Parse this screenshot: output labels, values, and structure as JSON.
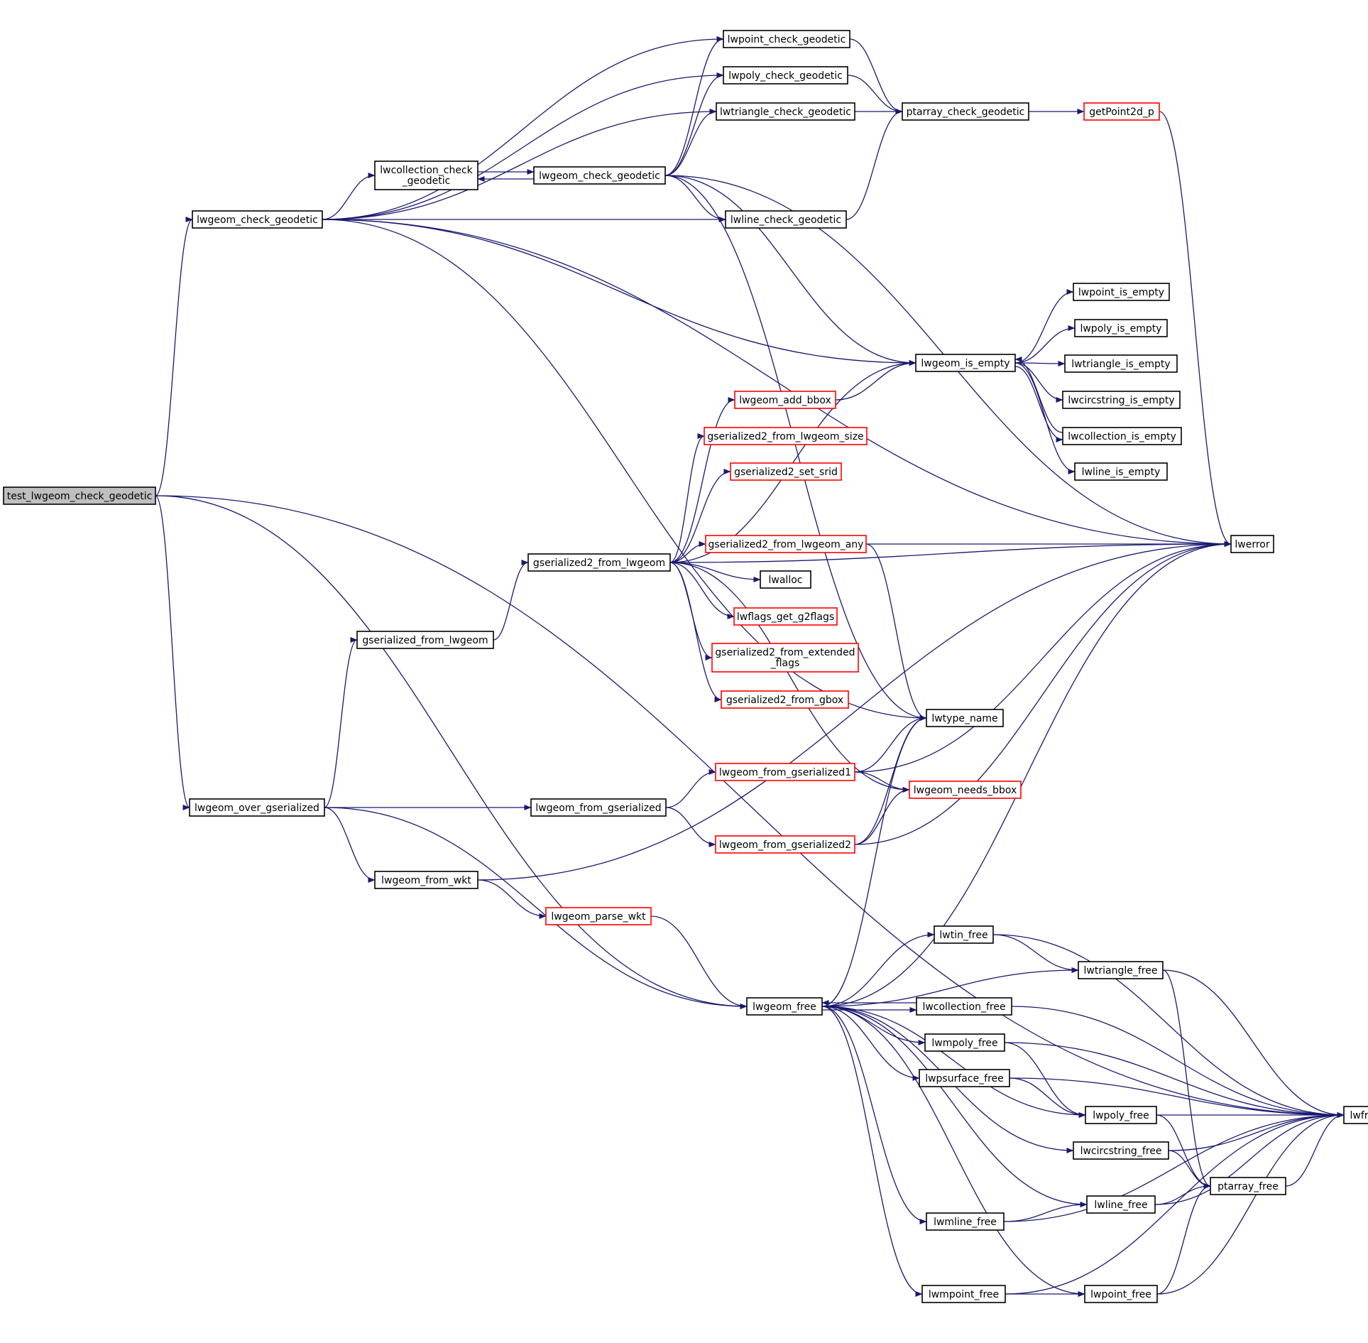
{
  "colors": {
    "edge": "#191970",
    "root_fill": "#bfbfbf",
    "node_fill": "#ffffff",
    "documented_border": "#000000",
    "undocumented_border": "#ff0000"
  },
  "nodes": {
    "root": {
      "label": "test_lwgeom_check_geodetic",
      "style": "root"
    },
    "lwgeom_check_geodetic_a": {
      "label": "lwgeom_check_geodetic",
      "style": "black"
    },
    "lwgeom_over_gserialized": {
      "label": "lwgeom_over_gserialized",
      "style": "black"
    },
    "lwpoint_check_geodetic": {
      "label": "lwpoint_check_geodetic",
      "style": "black"
    },
    "lwpoly_check_geodetic": {
      "label": "lwpoly_check_geodetic",
      "style": "black"
    },
    "lwtriangle_check_geodetic": {
      "label": "lwtriangle_check_geodetic",
      "style": "black"
    },
    "lwcollection_check_geodetic": {
      "label": [
        "lwcollection_check",
        "_geodetic"
      ],
      "style": "black"
    },
    "lwgeom_check_geodetic_b": {
      "label": "lwgeom_check_geodetic",
      "style": "black"
    },
    "lwline_check_geodetic": {
      "label": "lwline_check_geodetic",
      "style": "black"
    },
    "ptarray_check_geodetic": {
      "label": "ptarray_check_geodetic",
      "style": "black"
    },
    "getPoint2d_p": {
      "label": "getPoint2d_p",
      "style": "red"
    },
    "lwpoint_is_empty": {
      "label": "lwpoint_is_empty",
      "style": "black"
    },
    "lwpoly_is_empty": {
      "label": "lwpoly_is_empty",
      "style": "black"
    },
    "lwgeom_is_empty": {
      "label": "lwgeom_is_empty",
      "style": "black"
    },
    "lwtriangle_is_empty": {
      "label": "lwtriangle_is_empty",
      "style": "black"
    },
    "lwcircstring_is_empty": {
      "label": "lwcircstring_is_empty",
      "style": "black"
    },
    "lwcollection_is_empty": {
      "label": "lwcollection_is_empty",
      "style": "black"
    },
    "lwline_is_empty": {
      "label": "lwline_is_empty",
      "style": "black"
    },
    "lwgeom_add_bbox": {
      "label": "lwgeom_add_bbox",
      "style": "red"
    },
    "gserialized2_from_lwgeom_size": {
      "label": "gserialized2_from_lwgeom_size",
      "style": "red"
    },
    "gserialized2_set_srid": {
      "label": "gserialized2_set_srid",
      "style": "red"
    },
    "gserialized2_from_lwgeom": {
      "label": "gserialized2_from_lwgeom",
      "style": "black"
    },
    "gserialized2_from_lwgeom_any": {
      "label": "gserialized2_from_lwgeom_any",
      "style": "red"
    },
    "lwerror": {
      "label": "lwerror",
      "style": "black"
    },
    "lwalloc": {
      "label": "lwalloc",
      "style": "black"
    },
    "lwflags_get_g2flags": {
      "label": "lwflags_get_g2flags",
      "style": "red"
    },
    "gserialized2_from_extended_flags": {
      "label": [
        "gserialized2_from_extended",
        "_flags"
      ],
      "style": "red"
    },
    "gserialized2_from_gbox": {
      "label": "gserialized2_from_gbox",
      "style": "red"
    },
    "gserialized_from_lwgeom": {
      "label": "gserialized_from_lwgeom",
      "style": "black"
    },
    "lwtype_name": {
      "label": "lwtype_name",
      "style": "black"
    },
    "lwgeom_from_gserialized1": {
      "label": "lwgeom_from_gserialized1",
      "style": "red"
    },
    "lwgeom_needs_bbox": {
      "label": "lwgeom_needs_bbox",
      "style": "red"
    },
    "lwgeom_from_gserialized": {
      "label": "lwgeom_from_gserialized",
      "style": "black"
    },
    "lwgeom_from_gserialized2": {
      "label": "lwgeom_from_gserialized2",
      "style": "red"
    },
    "lwgeom_from_wkt": {
      "label": "lwgeom_from_wkt",
      "style": "black"
    },
    "lwgeom_parse_wkt": {
      "label": "lwgeom_parse_wkt",
      "style": "red"
    },
    "lwtin_free": {
      "label": "lwtin_free",
      "style": "black"
    },
    "lwtriangle_free": {
      "label": "lwtriangle_free",
      "style": "black"
    },
    "lwgeom_free": {
      "label": "lwgeom_free",
      "style": "black"
    },
    "lwcollection_free": {
      "label": "lwcollection_free",
      "style": "black"
    },
    "lwmpoly_free": {
      "label": "lwmpoly_free",
      "style": "black"
    },
    "lwpsurface_free": {
      "label": "lwpsurface_free",
      "style": "black"
    },
    "lwpoly_free": {
      "label": "lwpoly_free",
      "style": "black"
    },
    "lwfree": {
      "label": "lwfree",
      "style": "black"
    },
    "lwcircstring_free": {
      "label": "lwcircstring_free",
      "style": "black"
    },
    "ptarray_free": {
      "label": "ptarray_free",
      "style": "black"
    },
    "lwline_free": {
      "label": "lwline_free",
      "style": "black"
    },
    "lwmline_free": {
      "label": "lwmline_free",
      "style": "black"
    },
    "lwmpoint_free": {
      "label": "lwmpoint_free",
      "style": "black"
    },
    "lwpoint_free": {
      "label": "lwpoint_free",
      "style": "black"
    }
  },
  "edges": [
    [
      "root",
      "lwgeom_check_geodetic_a"
    ],
    [
      "root",
      "lwgeom_over_gserialized"
    ],
    [
      "root",
      "lwfree"
    ],
    [
      "root",
      "lwgeom_free"
    ],
    [
      "lwgeom_check_geodetic_a",
      "lwpoint_check_geodetic"
    ],
    [
      "lwgeom_check_geodetic_a",
      "lwpoly_check_geodetic"
    ],
    [
      "lwgeom_check_geodetic_a",
      "lwtriangle_check_geodetic"
    ],
    [
      "lwgeom_check_geodetic_a",
      "lwcollection_check_geodetic"
    ],
    [
      "lwgeom_check_geodetic_a",
      "lwline_check_geodetic"
    ],
    [
      "lwgeom_check_geodetic_a",
      "lwerror"
    ],
    [
      "lwgeom_check_geodetic_a",
      "lwgeom_is_empty"
    ],
    [
      "lwgeom_check_geodetic_a",
      "lwtype_name"
    ],
    [
      "lwpoint_check_geodetic",
      "ptarray_check_geodetic"
    ],
    [
      "lwpoly_check_geodetic",
      "ptarray_check_geodetic"
    ],
    [
      "lwtriangle_check_geodetic",
      "ptarray_check_geodetic"
    ],
    [
      "lwline_check_geodetic",
      "ptarray_check_geodetic"
    ],
    [
      "ptarray_check_geodetic",
      "getPoint2d_p"
    ],
    [
      "getPoint2d_p",
      "lwerror"
    ],
    [
      "lwcollection_check_geodetic",
      "lwgeom_check_geodetic_b"
    ],
    [
      "lwgeom_check_geodetic_b",
      "lwcollection_check_geodetic"
    ],
    [
      "lwgeom_check_geodetic_b",
      "lwpoint_check_geodetic"
    ],
    [
      "lwgeom_check_geodetic_b",
      "lwpoly_check_geodetic"
    ],
    [
      "lwgeom_check_geodetic_b",
      "lwtriangle_check_geodetic"
    ],
    [
      "lwgeom_check_geodetic_b",
      "lwline_check_geodetic"
    ],
    [
      "lwgeom_check_geodetic_b",
      "lwerror"
    ],
    [
      "lwgeom_check_geodetic_b",
      "lwgeom_is_empty"
    ],
    [
      "lwgeom_check_geodetic_b",
      "lwtype_name"
    ],
    [
      "lwgeom_is_empty",
      "lwpoint_is_empty"
    ],
    [
      "lwgeom_is_empty",
      "lwpoly_is_empty"
    ],
    [
      "lwgeom_is_empty",
      "lwtriangle_is_empty"
    ],
    [
      "lwgeom_is_empty",
      "lwcircstring_is_empty"
    ],
    [
      "lwgeom_is_empty",
      "lwcollection_is_empty"
    ],
    [
      "lwgeom_is_empty",
      "lwline_is_empty"
    ],
    [
      "lwcollection_is_empty",
      "lwgeom_is_empty"
    ],
    [
      "lwgeom_over_gserialized",
      "gserialized_from_lwgeom"
    ],
    [
      "lwgeom_over_gserialized",
      "lwgeom_from_gserialized"
    ],
    [
      "lwgeom_over_gserialized",
      "lwgeom_from_wkt"
    ],
    [
      "lwgeom_over_gserialized",
      "lwgeom_free"
    ],
    [
      "gserialized_from_lwgeom",
      "gserialized2_from_lwgeom"
    ],
    [
      "gserialized2_from_lwgeom",
      "lwgeom_is_empty"
    ],
    [
      "gserialized2_from_lwgeom",
      "lwgeom_add_bbox"
    ],
    [
      "gserialized2_from_lwgeom",
      "gserialized2_from_lwgeom_size"
    ],
    [
      "gserialized2_from_lwgeom",
      "gserialized2_set_srid"
    ],
    [
      "gserialized2_from_lwgeom",
      "lwerror"
    ],
    [
      "gserialized2_from_lwgeom",
      "gserialized2_from_lwgeom_any"
    ],
    [
      "gserialized2_from_lwgeom",
      "lwalloc"
    ],
    [
      "gserialized2_from_lwgeom",
      "lwflags_get_g2flags"
    ],
    [
      "gserialized2_from_lwgeom",
      "gserialized2_from_extended_flags"
    ],
    [
      "gserialized2_from_lwgeom",
      "gserialized2_from_gbox"
    ],
    [
      "gserialized2_from_lwgeom",
      "lwgeom_needs_bbox"
    ],
    [
      "lwgeom_add_bbox",
      "lwgeom_is_empty"
    ],
    [
      "gserialized2_from_lwgeom_any",
      "lwerror"
    ],
    [
      "gserialized2_from_lwgeom_any",
      "lwtype_name"
    ],
    [
      "lwgeom_from_gserialized",
      "lwgeom_from_gserialized1"
    ],
    [
      "lwgeom_from_gserialized",
      "lwgeom_from_gserialized2"
    ],
    [
      "lwgeom_from_gserialized1",
      "lwtype_name"
    ],
    [
      "lwgeom_from_gserialized1",
      "lwerror"
    ],
    [
      "lwgeom_from_gserialized1",
      "lwgeom_needs_bbox"
    ],
    [
      "lwgeom_from_gserialized2",
      "lwtype_name"
    ],
    [
      "lwgeom_from_gserialized2",
      "lwerror"
    ],
    [
      "lwgeom_from_gserialized2",
      "lwgeom_needs_bbox"
    ],
    [
      "lwgeom_from_wkt",
      "lwerror"
    ],
    [
      "lwgeom_from_wkt",
      "lwgeom_parse_wkt"
    ],
    [
      "lwgeom_parse_wkt",
      "lwgeom_free"
    ],
    [
      "lwgeom_free",
      "lwtype_name"
    ],
    [
      "lwgeom_free",
      "lwerror"
    ],
    [
      "lwgeom_free",
      "lwtin_free"
    ],
    [
      "lwgeom_free",
      "lwtriangle_free"
    ],
    [
      "lwgeom_free",
      "lwcollection_free"
    ],
    [
      "lwgeom_free",
      "lwmpoly_free"
    ],
    [
      "lwgeom_free",
      "lwpsurface_free"
    ],
    [
      "lwgeom_free",
      "lwpoly_free"
    ],
    [
      "lwgeom_free",
      "lwcircstring_free"
    ],
    [
      "lwgeom_free",
      "lwline_free"
    ],
    [
      "lwgeom_free",
      "lwmline_free"
    ],
    [
      "lwgeom_free",
      "lwmpoint_free"
    ],
    [
      "lwgeom_free",
      "lwpoint_free"
    ],
    [
      "lwcollection_free",
      "lwgeom_free"
    ],
    [
      "lwcollection_free",
      "lwfree"
    ],
    [
      "lwtin_free",
      "lwtriangle_free"
    ],
    [
      "lwtin_free",
      "lwfree"
    ],
    [
      "lwtriangle_free",
      "ptarray_free"
    ],
    [
      "lwtriangle_free",
      "lwfree"
    ],
    [
      "lwmpoly_free",
      "lwpoly_free"
    ],
    [
      "lwmpoly_free",
      "lwfree"
    ],
    [
      "lwpsurface_free",
      "lwpoly_free"
    ],
    [
      "lwpsurface_free",
      "lwfree"
    ],
    [
      "lwpoly_free",
      "ptarray_free"
    ],
    [
      "lwpoly_free",
      "lwfree"
    ],
    [
      "lwcircstring_free",
      "ptarray_free"
    ],
    [
      "lwcircstring_free",
      "lwfree"
    ],
    [
      "lwline_free",
      "ptarray_free"
    ],
    [
      "lwline_free",
      "lwfree"
    ],
    [
      "lwmline_free",
      "lwline_free"
    ],
    [
      "lwmline_free",
      "lwfree"
    ],
    [
      "lwmpoint_free",
      "lwpoint_free"
    ],
    [
      "lwmpoint_free",
      "lwfree"
    ],
    [
      "lwpoint_free",
      "ptarray_free"
    ],
    [
      "lwpoint_free",
      "lwfree"
    ],
    [
      "ptarray_free",
      "lwfree"
    ]
  ]
}
